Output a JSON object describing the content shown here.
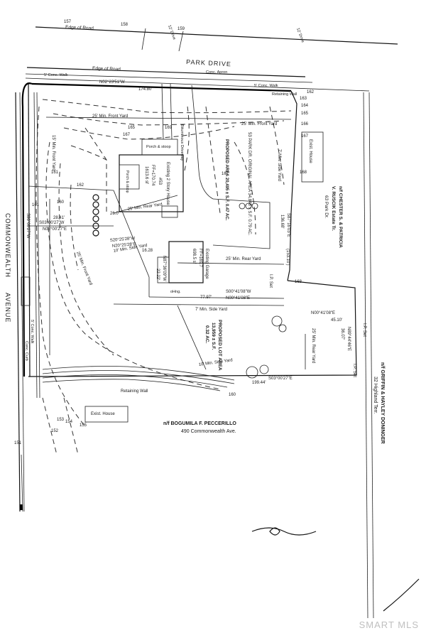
{
  "labels": {
    "edge_of_road_top": "Edge of Road",
    "edge_of_road_mid": "Edge of Road",
    "drive_157": "157",
    "drive_158": "158",
    "drive_159": "159",
    "drive_12a": "12' Drive",
    "drive_12b": "12' Drive",
    "street_park": "PARK DRIVE",
    "conc_walk_top": "5' Conc. Walk",
    "conc_apron": "Conc. Apron",
    "conc_walk_right": "5' Conc. Walk",
    "bearing_top": "N02°23'51\"W",
    "dist_top": "174.80'",
    "retaining_wall_top": "Retaining Wall",
    "retaining_wall_left": "Retaining Wall",
    "front_yard_left": "25' Min. Front Yard",
    "front_yard_right": "25' Min. Front Yard",
    "front_yard_side": "15' Min. Front Yard",
    "front_yard_lower": "25' Min. Front Yard",
    "porch": "Porch & stoop",
    "porch_left": "Porch & stoop",
    "house_label": "Existing 2 Story House",
    "house_num": "#53",
    "house_ff": "FF=170.74",
    "house_area": "1613.6 sf",
    "bituminous": "Bituminous Driveway",
    "parcel_a": "53 PARK DR. ORIGINAL AREA 34,848 ± S.F. 0.79 AC.",
    "parcel_b": "PROPOSED AREA 20,495 ± S.F. 0.47 AC.",
    "side_yard_7": "7' Min. Side Yard",
    "exist_house_right": "Exist. House",
    "owner_right_1": "n/f CHESTER S. & PATRICIA",
    "owner_right_2": "V. RUSCIK Estate Tr.",
    "owner_right_3": "63 Park Dr.",
    "bearing_right_1": "S87°16'03\"E",
    "dist_right_1": "136.68'",
    "dist_right_2": "(153.10')",
    "rear_yard_1": "25' Min. Rear Yard",
    "rear_yard_2": "25' Min. Rear Yard",
    "rear_yard_3": "25' Min. Rear Yard",
    "side_yard_left": "10' Min. Side Yard",
    "side_yard_mid": "7' Min. Side Yard",
    "side_yard_bottom": "10' Min. Side Yard",
    "dist_2841": "28.41'",
    "bearing_n03": "N03°00'27\"E",
    "bearing_s03": "S03°00'27\"W",
    "bearing_s20": "S20°25'28\"W",
    "bearing_n20": "N20°25'28\"E",
    "dist_2600": "26.0'",
    "dist_1628": "16.28",
    "garage": "Existing Garage",
    "garage_ff": "FF=169.7",
    "garage_area": "698.5 sf",
    "bearing_n87": "N87°36'09\"W",
    "dist_2222": "22.22'",
    "dist_7797": "77.97'",
    "bearing_s00": "S00°41'08\"W",
    "bearing_n00": "N00°41'08\"E",
    "dist_4510": "45.10'",
    "bearing_n00b": "N00°41'08\"E",
    "bearing_n89": "N89°44'46\"E",
    "dist_3607": "36.07'",
    "lot_a": "PROPOSED LOT AREA",
    "lot_b": "13,959 ± S.F.",
    "lot_c": "0.32 AC.",
    "bearing_s03b": "S03°00'27\"E",
    "dist_19944": "199.44'",
    "avenue_1": "COMMONWEALTH",
    "avenue_2": "AVENUE",
    "bearing_avenue": "S86°06'27\"W",
    "conc_walk_left": "5' Conc. Walk",
    "conc_curb": "Conc. Curb",
    "exist_house_bottom": "Exist. House",
    "owner_bottom_1": "n/f BOGUMILA F. PECCERILLO",
    "owner_bottom_2": "490 Commonwealth Ave.",
    "owner_side_1": "n/f GRIFFIN & HAYLEY DONINGER",
    "owner_side_2": "32 Highland Terr.",
    "contour_160": "160",
    "contour_161": "161",
    "contour_162": "162",
    "contour_163": "163",
    "contour_164": "164",
    "contour_165": "165",
    "contour_166": "166",
    "contour_167": "167",
    "contour_168": "168",
    "contour_169": "169",
    "contour_155": "155",
    "contour_154": "154",
    "contour_153": "153",
    "contour_152": "152",
    "contour_151": "151",
    "ip": "I.P. Set",
    "watermark": "SMART MLS"
  }
}
